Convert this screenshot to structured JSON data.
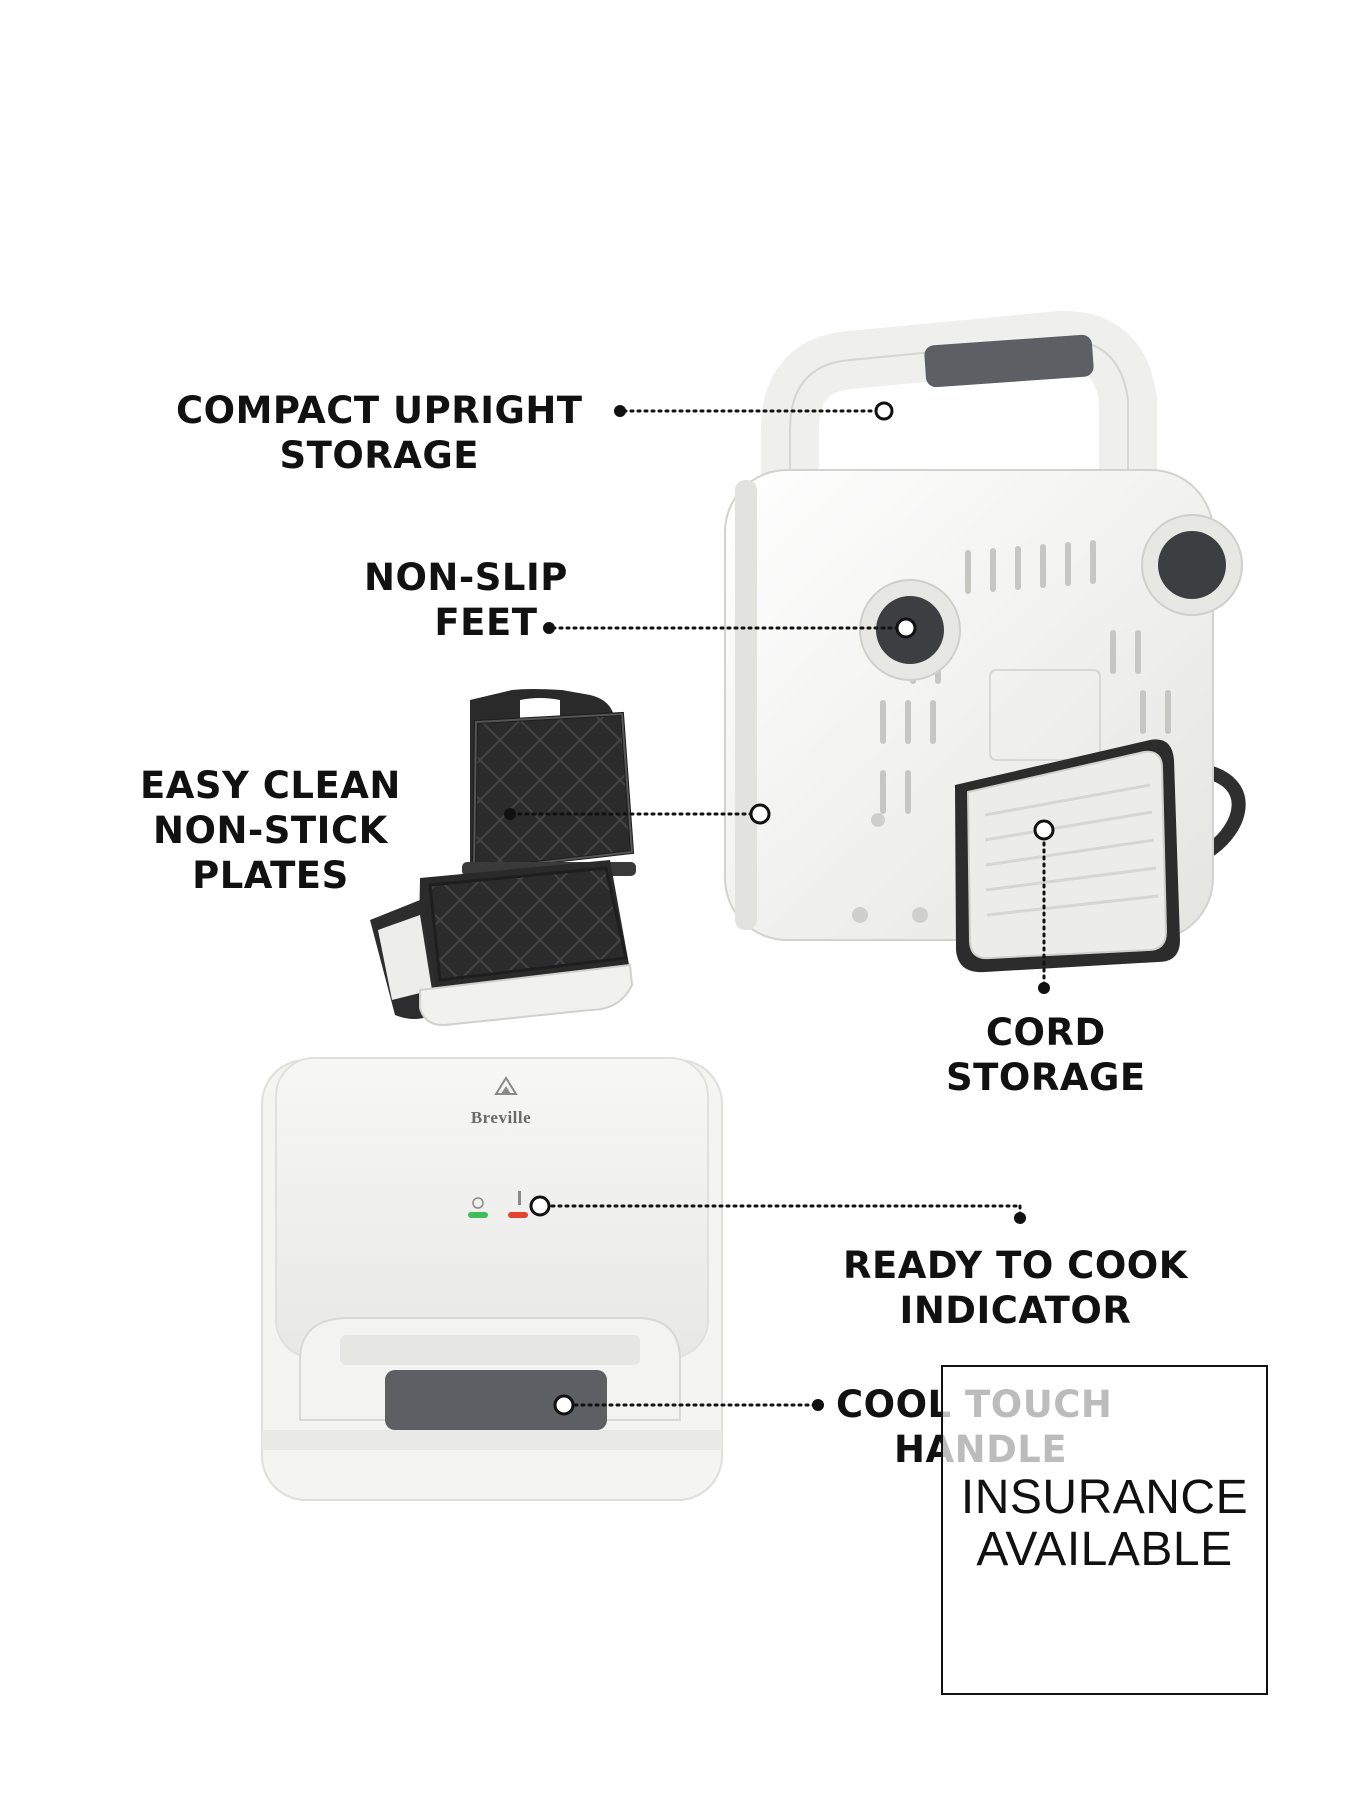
{
  "callouts": {
    "compact_storage": [
      "COMPACT UPRIGHT",
      "STORAGE"
    ],
    "non_slip_feet": [
      "NON-SLIP",
      "FEET"
    ],
    "easy_clean": [
      "EASY CLEAN",
      "NON-STICK",
      "PLATES"
    ],
    "cord_storage": [
      "CORD",
      "STORAGE"
    ],
    "ready_to_cook": [
      "READY TO COOK",
      "INDICATOR"
    ],
    "cool_touch": [
      "COOL TOUCH",
      "HANDLE"
    ]
  },
  "product": {
    "brand_text": "Breville"
  },
  "badge": {
    "line1": "INSURANCE",
    "line2": "AVAILABLE"
  },
  "colors": {
    "appliance_white": "#f2f2f0",
    "appliance_shadow": "#d9d9d6",
    "handle_grip": "#5c5f63",
    "plate_black": "#2a2a2a",
    "feet_dark": "#3c3e41",
    "callout_text": "#111111",
    "indicator_green": "#3cbf5a",
    "indicator_red": "#e2442f"
  }
}
